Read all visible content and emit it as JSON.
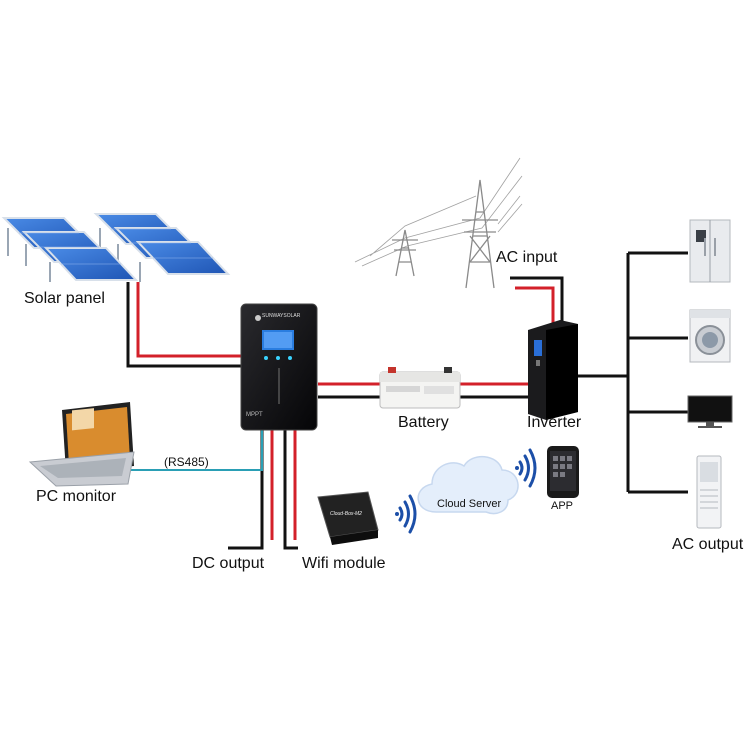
{
  "labels": {
    "solar_panel": "Solar panel",
    "pc_monitor": "PC monitor",
    "rs485": "(RS485)",
    "battery": "Battery",
    "inverter": "Inverter",
    "ac_input": "AC input",
    "dc_output": "DC output",
    "wifi_module": "Wifi module",
    "cloud_server": "Cloud Server",
    "app": "APP",
    "ac_output": "AC output"
  },
  "controller": {
    "brand": "SUNWAYSOLAR",
    "model": "MPPT"
  },
  "wifi_device": {
    "name": "Cloud-Box-M2"
  },
  "colors": {
    "wire_positive": "#d3202a",
    "wire_negative": "#111111",
    "wire_comm": "#2a9fb5",
    "wifi_signal": "#1c4fa8",
    "panel_blue": "#2f6fd1",
    "cloud": "#e4eefb"
  },
  "icons": {
    "solar": "solar-panel-icon",
    "tower": "transmission-tower-icon",
    "laptop": "laptop-icon",
    "controller": "mppt-controller-icon",
    "battery": "battery-icon",
    "inverter": "inverter-icon",
    "wifi": "wifi-signal-icon",
    "cloud": "cloud-icon",
    "phone": "smartphone-icon",
    "fridge": "refrigerator-icon",
    "washer": "washing-machine-icon",
    "tv": "tv-icon",
    "ac": "air-conditioner-icon"
  }
}
